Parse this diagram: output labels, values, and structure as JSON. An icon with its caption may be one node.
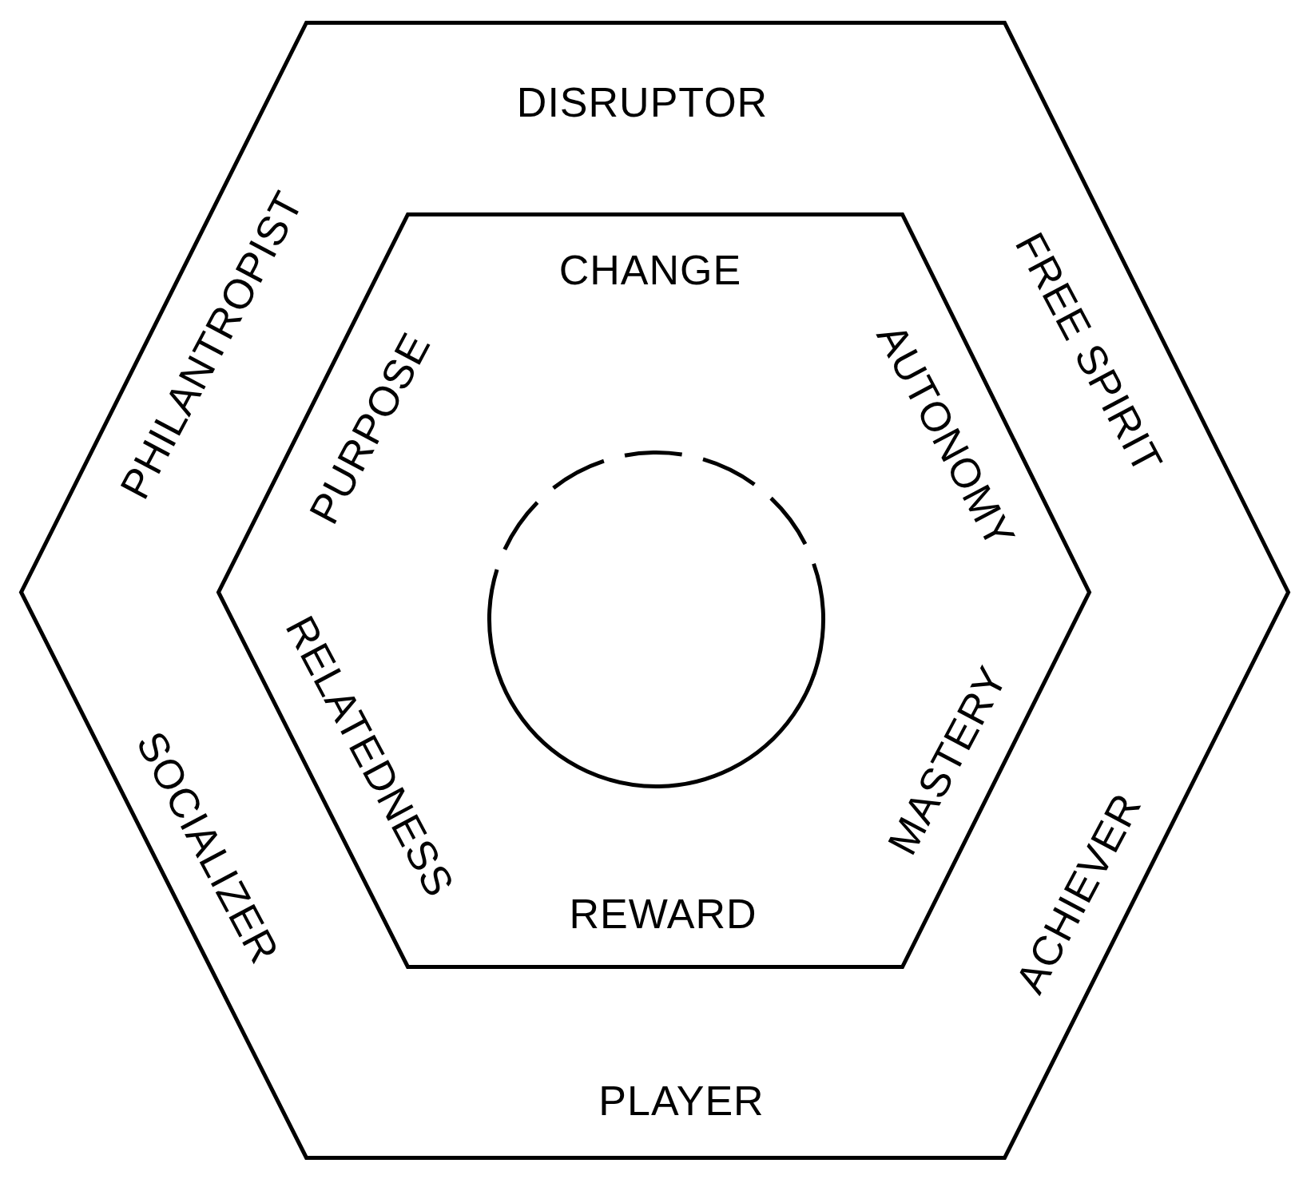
{
  "diagram": {
    "nodes": [
      {
        "text": [
          "DISRUPTOR",
          "FREE SPIRIT",
          "ACHIEVER",
          "PLAYER",
          "SOCIALIZER",
          "PHILANTROPIST"
        ]
      },
      {
        "text": [
          "CHANGE",
          "AUTONOMY",
          "MASTERY",
          "REWARD",
          "RELATEDNESS",
          "PURPOSE"
        ],
        "in": 0
      },
      {
        "text": [],
        "shape": "circle",
        "in": 1
      }
    ]
  }
}
